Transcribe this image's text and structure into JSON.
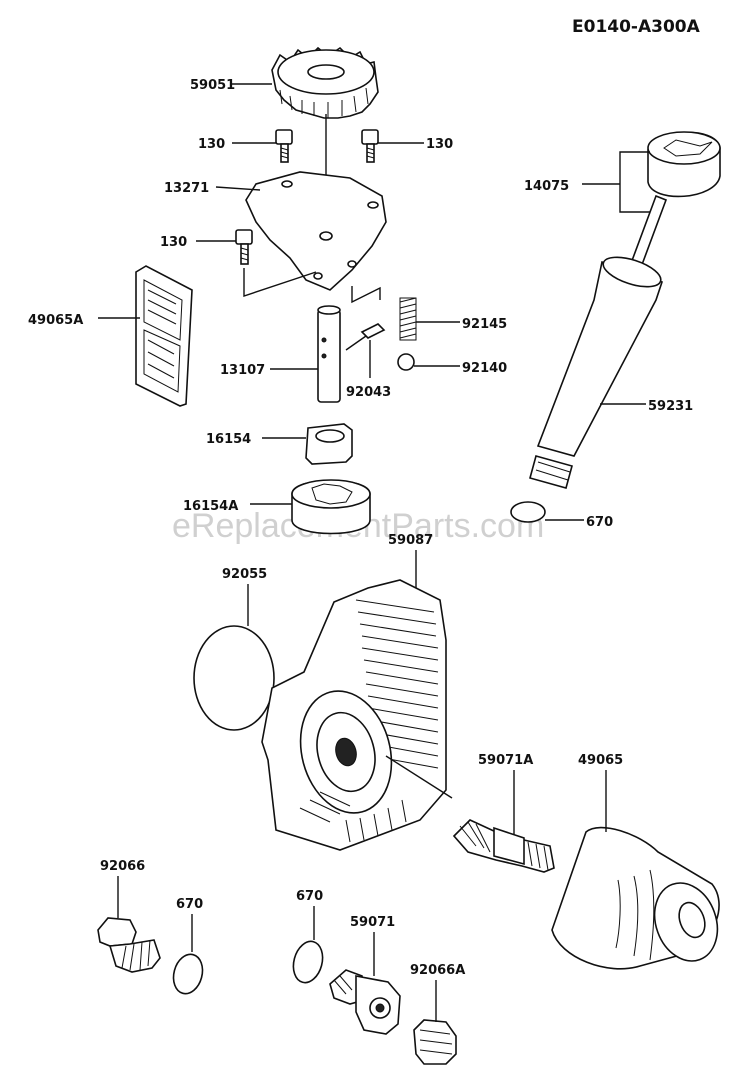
{
  "diagram_code": "E0140-A300A",
  "watermark": "eReplacementParts.com",
  "labels": {
    "p59051": "59051",
    "p130a": "130",
    "p130b": "130",
    "p130c": "130",
    "p13271": "13271",
    "p49065A": "49065A",
    "p13107": "13107",
    "p92043": "92043",
    "p92145": "92145",
    "p92140": "92140",
    "p16154": "16154",
    "p16154A": "16154A",
    "p14075": "14075",
    "p59231": "59231",
    "p670a": "670",
    "p59087": "59087",
    "p92055": "92055",
    "p59071A": "59071A",
    "p49065": "49065",
    "p92066": "92066",
    "p670b": "670",
    "p670c": "670",
    "p59071": "59071",
    "p92066A": "92066A"
  }
}
